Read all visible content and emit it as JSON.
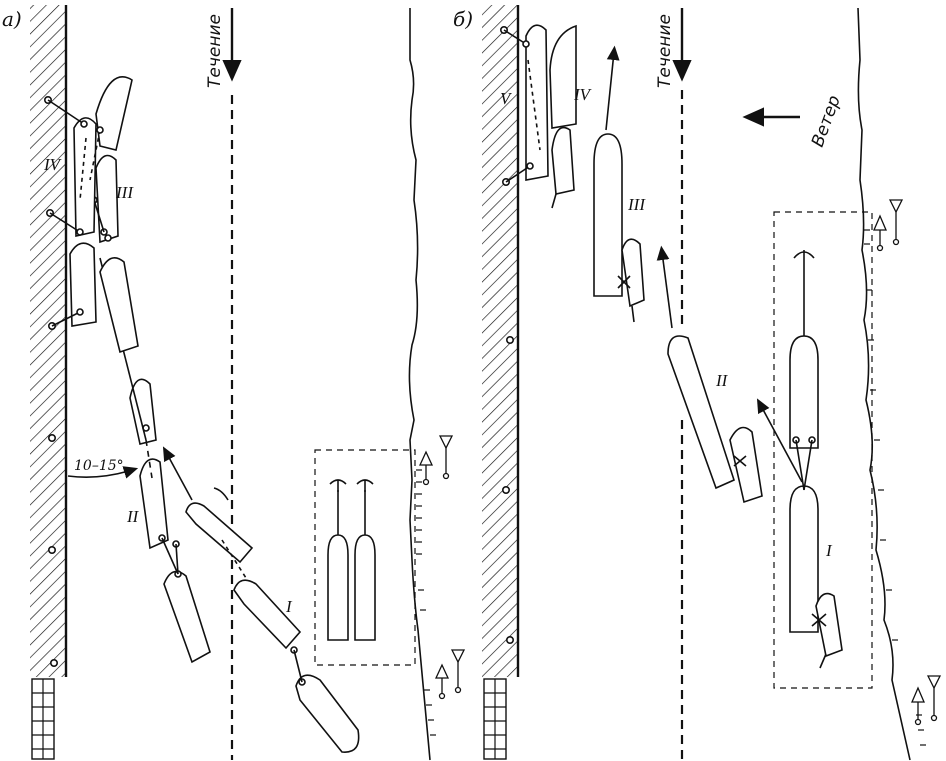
{
  "panels": [
    {
      "id": "a",
      "label": "а)",
      "current_label": "Течение",
      "angle_label": "10–15°",
      "positions": [
        "I",
        "II",
        "III",
        "IV"
      ]
    },
    {
      "id": "b",
      "label": "б)",
      "current_label": "Течение",
      "wind_label": "Ветер",
      "positions": [
        "I",
        "II",
        "III",
        "IV",
        "V"
      ]
    }
  ]
}
